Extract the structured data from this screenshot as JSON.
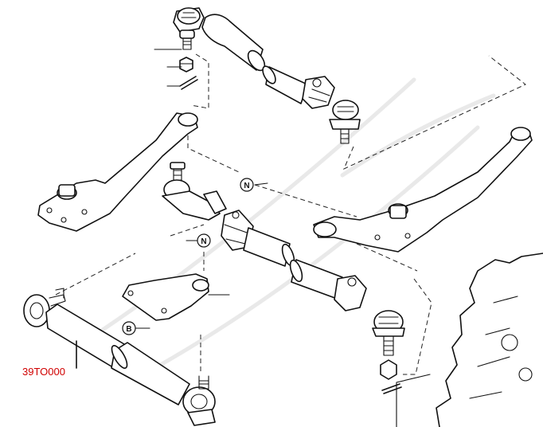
{
  "part_reference": "39TO000",
  "callouts": [
    "N",
    "N",
    "B"
  ],
  "colors": {
    "line": "#111111",
    "reference": "#d00000",
    "background": "#ffffff"
  }
}
